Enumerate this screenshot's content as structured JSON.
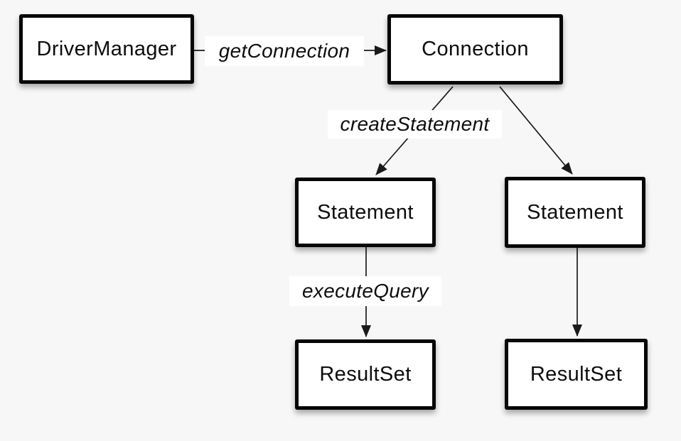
{
  "diagram": {
    "nodes": {
      "driver_manager": "DriverManager",
      "connection": "Connection",
      "statement_left": "Statement",
      "statement_right": "Statement",
      "resultset_left": "ResultSet",
      "resultset_right": "ResultSet"
    },
    "edge_labels": {
      "get_connection": "getConnection",
      "create_statement": "createStatement",
      "execute_query": "executeQuery"
    },
    "colors": {
      "background": "#f7f7f7",
      "node_fill": "#ffffff",
      "node_border": "#060606",
      "edge_line": "#1a1a1a",
      "text": "#0d0d0d",
      "label_background": "#ffffff"
    }
  }
}
